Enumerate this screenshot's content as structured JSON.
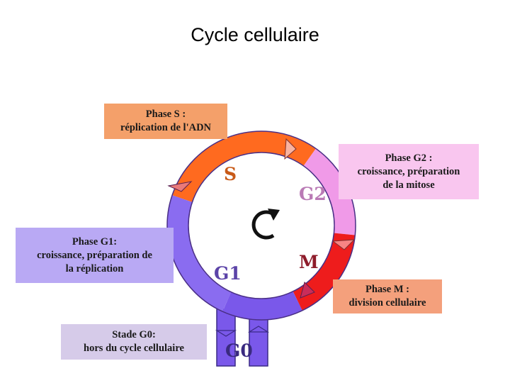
{
  "title": "Cycle cellulaire",
  "boxes": {
    "s": {
      "line1": "Phase S :",
      "line2": "réplication de l'ADN"
    },
    "g2": {
      "line1": "Phase G2 :",
      "line2": "croissance, préparation",
      "line3": "de la mitose"
    },
    "g1": {
      "line1": "Phase G1:",
      "line2": "croissance, préparation de",
      "line3": "la réplication"
    },
    "m": {
      "line1": "Phase M :",
      "line2": "division cellulaire"
    },
    "g0": {
      "line1": "Stade G0:",
      "line2": "hors du cycle cellulaire"
    }
  },
  "cycle_labels": {
    "s": "S",
    "g2": "G2",
    "m": "M",
    "g1": "G1",
    "g0": "G0"
  },
  "colors": {
    "s": "#ff6a1f",
    "g2": "#f09ae8",
    "m": "#ee1c1c",
    "g1": "#8a6cf0",
    "g0": "#7a58ea",
    "s_box": "#f4a06a",
    "g2_box": "#f9c6ef",
    "g1_box": "#b9a9f4",
    "m_box": "#f4a07c",
    "g0_box": "#d6cbe9"
  },
  "center_icon": "circular-arrow-icon"
}
